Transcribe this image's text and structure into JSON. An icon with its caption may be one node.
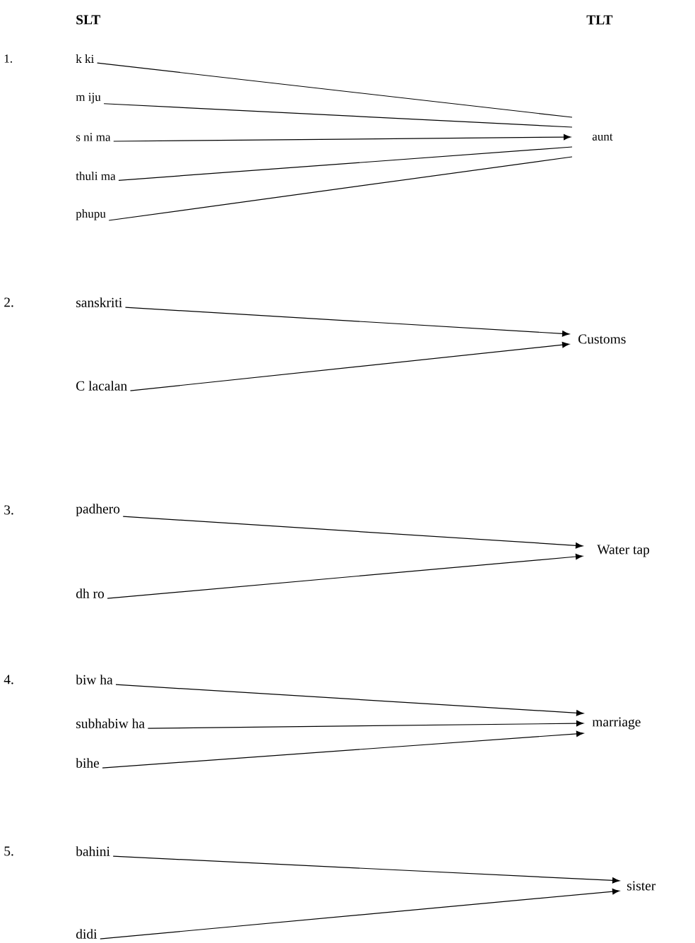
{
  "diagram": {
    "nodes": [
      {
        "text": [
          "k ki"
        ]
      },
      {
        "text": [
          "m iju"
        ]
      },
      {
        "text": [
          "s ni ma"
        ]
      },
      {
        "text": [
          "thuli ma"
        ]
      },
      {
        "text": [
          "phupu"
        ]
      },
      {
        "text": [
          "aunt"
        ]
      },
      {
        "text": [
          "sanskriti"
        ]
      },
      {
        "text": [
          "C lacalan"
        ]
      },
      {
        "text": [
          "Customs"
        ]
      },
      {
        "text": [
          "padhero"
        ]
      },
      {
        "text": [
          "dh ro"
        ]
      },
      {
        "text": [
          "Water tap"
        ]
      },
      {
        "text": [
          "biw ha"
        ]
      },
      {
        "text": [
          "subhabiw ha"
        ]
      },
      {
        "text": [
          "bihe"
        ]
      },
      {
        "text": [
          "marriage"
        ]
      },
      {
        "text": [
          "bahini"
        ]
      },
      {
        "text": [
          "didi"
        ]
      },
      {
        "text": [
          "sister"
        ]
      }
    ],
    "edges": [
      {
        "from": 0,
        "to": 5,
        "arrow": "none"
      },
      {
        "from": 1,
        "to": 5,
        "arrow": "none"
      },
      {
        "from": 2,
        "to": 5,
        "arrow": "to"
      },
      {
        "from": 3,
        "to": 5,
        "arrow": "none"
      },
      {
        "from": 4,
        "to": 5,
        "arrow": "none"
      },
      {
        "from": 6,
        "to": 8,
        "arrow": "to"
      },
      {
        "from": 7,
        "to": 8,
        "arrow": "to"
      },
      {
        "from": 9,
        "to": 11,
        "arrow": "to"
      },
      {
        "from": 10,
        "to": 11,
        "arrow": "to"
      },
      {
        "from": 12,
        "to": 15,
        "arrow": "to"
      },
      {
        "from": 13,
        "to": 15,
        "arrow": "to"
      },
      {
        "from": 14,
        "to": 15,
        "arrow": "to"
      },
      {
        "from": 16,
        "to": 18,
        "arrow": "to"
      },
      {
        "from": 17,
        "to": 18,
        "arrow": "to"
      }
    ],
    "labels": [
      "SLT",
      "TLT",
      "1.",
      "2.",
      "3.",
      "4.",
      "5."
    ]
  }
}
